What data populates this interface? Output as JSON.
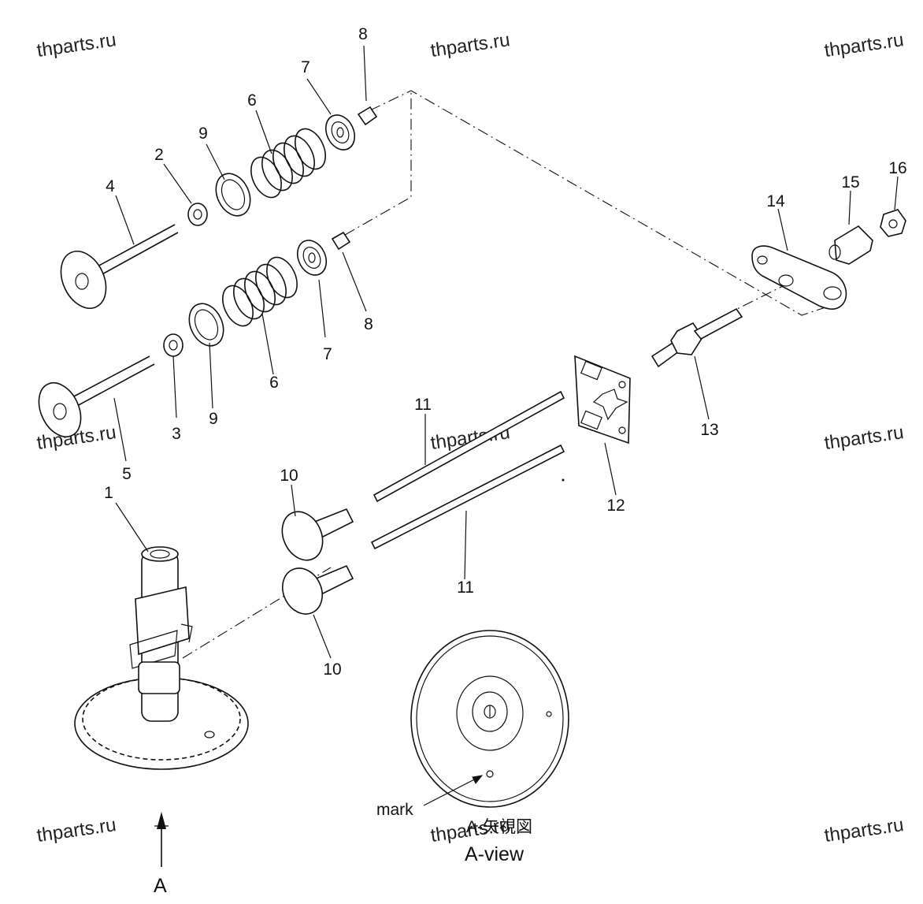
{
  "watermark": "thparts.ru",
  "part_numbers": {
    "p1": "1",
    "p2": "2",
    "p3": "3",
    "p4": "4",
    "p5": "5",
    "p6a": "6",
    "p6b": "6",
    "p7a": "7",
    "p7b": "7",
    "p8a": "8",
    "p8b": "8",
    "p9a": "9",
    "p9b": "9",
    "p10a": "10",
    "p10b": "10",
    "p11a": "11",
    "p11b": "11",
    "p12": "12",
    "p13": "13",
    "p14": "14",
    "p15": "15",
    "p16": "16"
  },
  "labels": {
    "mark": "mark",
    "a_view_jp": "A-矢視図",
    "a_view": "A-view",
    "arrow_a": "A"
  }
}
